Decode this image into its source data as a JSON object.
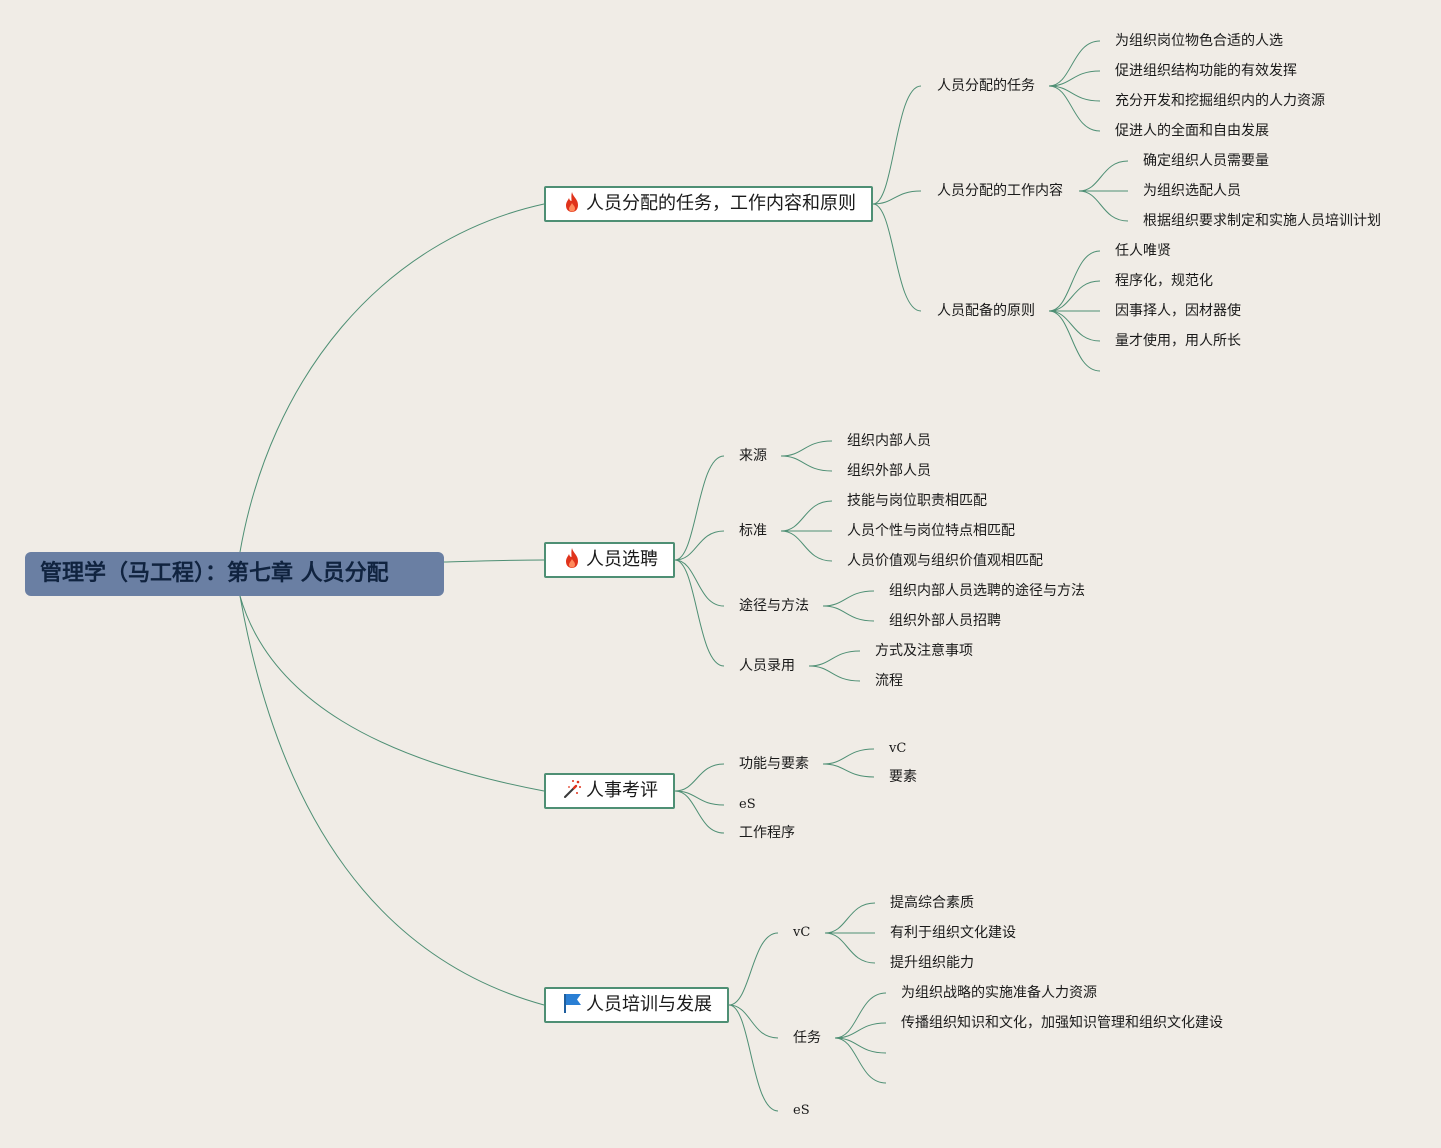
{
  "root": {
    "title": "管理学（马工程）：第七章 人员分配"
  },
  "branches": [
    {
      "label": "人员分配的任务，工作内容和原则",
      "icon": "fire-icon",
      "children": [
        {
          "label": "人员分配的任务",
          "children": [
            "为组织岗位物色合适的人选",
            "促进组织结构功能的有效发挥",
            "充分开发和挖掘组织内的人力资源",
            "促进人的全面和自由发展"
          ]
        },
        {
          "label": "人员分配的工作内容",
          "children": [
            "确定组织人员需要量",
            "为组织选配人员",
            "根据组织要求制定和实施人员培训计划"
          ]
        },
        {
          "label": "人员配备的原则",
          "children": [
            "任人唯贤",
            "程序化，规范化",
            "因事择人，因材器使",
            "量才使用，用人所长"
          ]
        }
      ]
    },
    {
      "label": "人员选聘",
      "icon": "fire-icon",
      "children": [
        {
          "label": "来源",
          "children": [
            "组织内部人员",
            "组织外部人员"
          ]
        },
        {
          "label": "标准",
          "children": [
            "技能与岗位职责相匹配",
            "人员个性与岗位特点相匹配",
            "人员价值观与组织价值观相匹配"
          ]
        },
        {
          "label": "途径与方法",
          "children": [
            "组织内部人员选聘的途径与方法",
            "组织外部人员招聘"
          ]
        },
        {
          "label": "人员录用",
          "children": [
            "方式及注意事项",
            "流程"
          ]
        }
      ]
    },
    {
      "label": "人事考评",
      "icon": "magic-wand-icon",
      "children": [
        {
          "label": "功能与要素",
          "children": [
            "vC",
            "要素"
          ]
        },
        {
          "label": "eS",
          "children": []
        },
        {
          "label": "工作程序",
          "children": []
        }
      ]
    },
    {
      "label": "人员培训与发展",
      "icon": "flag-icon",
      "children": [
        {
          "label": "vC",
          "children": [
            "提高综合素质",
            "有利于组织文化建设",
            "提升组织能力"
          ]
        },
        {
          "label": "任务",
          "children": [
            "为组织战略的实施准备人力资源",
            "传播组织知识和文化，加强知识管理和组织文化建设",
            "",
            ""
          ]
        },
        {
          "label": "eS",
          "children": []
        }
      ]
    }
  ],
  "colors": {
    "background": "#f0ece6",
    "line": "#4e8f74",
    "root_fill": "#6a7fa3",
    "root_text": "#10233f",
    "fire": "#e0331b",
    "flag": "#2a7fd4"
  }
}
